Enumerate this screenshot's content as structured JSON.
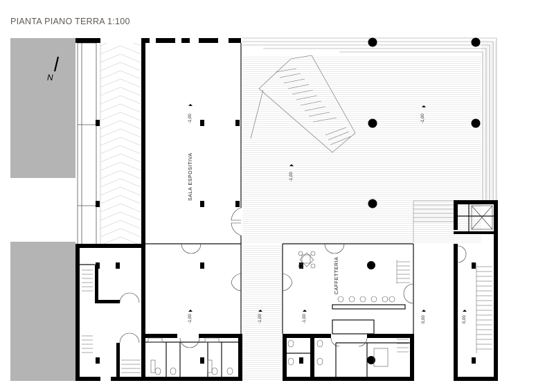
{
  "title": "PIANTA PIANO TERRA 1:100",
  "north_label": "N",
  "rooms": {
    "sala": "SALA ESPOSITIVA",
    "caffetteria": "CAFFETTERIA"
  },
  "levels": {
    "sala_top": "-1,00",
    "court_center": "-1,00",
    "court_right": "-1,00",
    "hall_lower": "-1,00",
    "corridor": "-1,00",
    "cafe_left": "-1,00",
    "right_zero": "0,00",
    "tower_zero": "0,00"
  },
  "colors": {
    "wall": "#000000",
    "adjacent_building": "#b4b4b4",
    "hatch": "#cfcfcf",
    "title": "#5e5a52"
  }
}
